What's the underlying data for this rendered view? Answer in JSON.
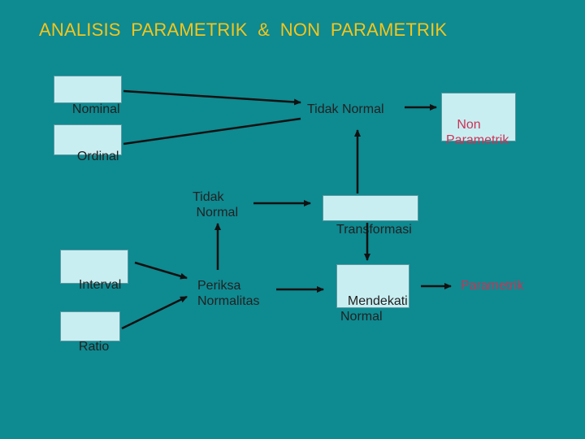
{
  "title": "ANALISIS  PARAMETRIK  &  NON  PARAMETRIK",
  "colors": {
    "background": "#0e8a91",
    "title": "#f5c51a",
    "box_fill": "#c9eef2",
    "outcome_text": "#cc3355",
    "arrow": "#111111"
  },
  "nodes": {
    "nominal": "Nominal",
    "ordinal": "Ordinal",
    "interval": "Interval",
    "ratio": "Ratio",
    "tidak_normal_top": "Tidak Normal",
    "non_parametrik": " Non\nParametrik",
    "tidak_normal_mid": "Tidak\n Normal",
    "transformasi": " Transformasi",
    "periksa_normalitas": "Periksa\nNormalitas",
    "mendekati_normal": "Mendekati\nNormal",
    "parametrik": "Parametrik"
  }
}
